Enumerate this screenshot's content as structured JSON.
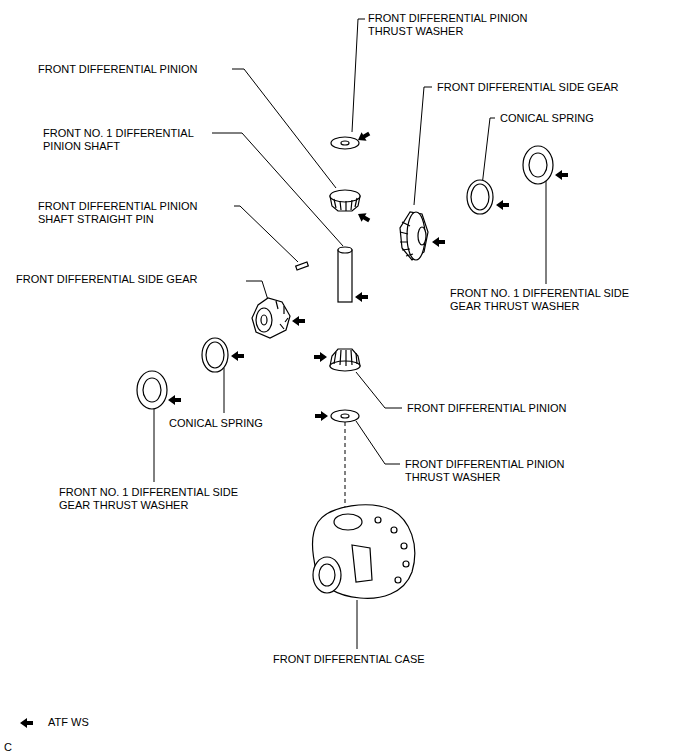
{
  "diagram": {
    "labels": [
      "FRONT DIFFERENTIAL PINION THRUST WASHER",
      "FRONT DIFFERENTIAL PINION",
      "FRONT DIFFERENTIAL SIDE GEAR",
      "FRONT NO. 1 DIFFERENTIAL PINION SHAFT",
      "CONICAL SPRING",
      "FRONT DIFFERENTIAL PINION SHAFT STRAIGHT PIN",
      "FRONT DIFFERENTIAL SIDE GEAR",
      "FRONT NO. 1 DIFFERENTIAL SIDE GEAR THRUST WASHER",
      "FRONT DIFFERENTIAL PINION",
      "CONICAL SPRING",
      "FRONT DIFFERENTIAL PINION THRUST WASHER",
      "FRONT NO. 1 DIFFERENTIAL SIDE GEAR THRUST WASHER",
      "FRONT DIFFERENTIAL CASE",
      "C"
    ],
    "legend": [
      {
        "text": "ATF WS"
      }
    ]
  }
}
